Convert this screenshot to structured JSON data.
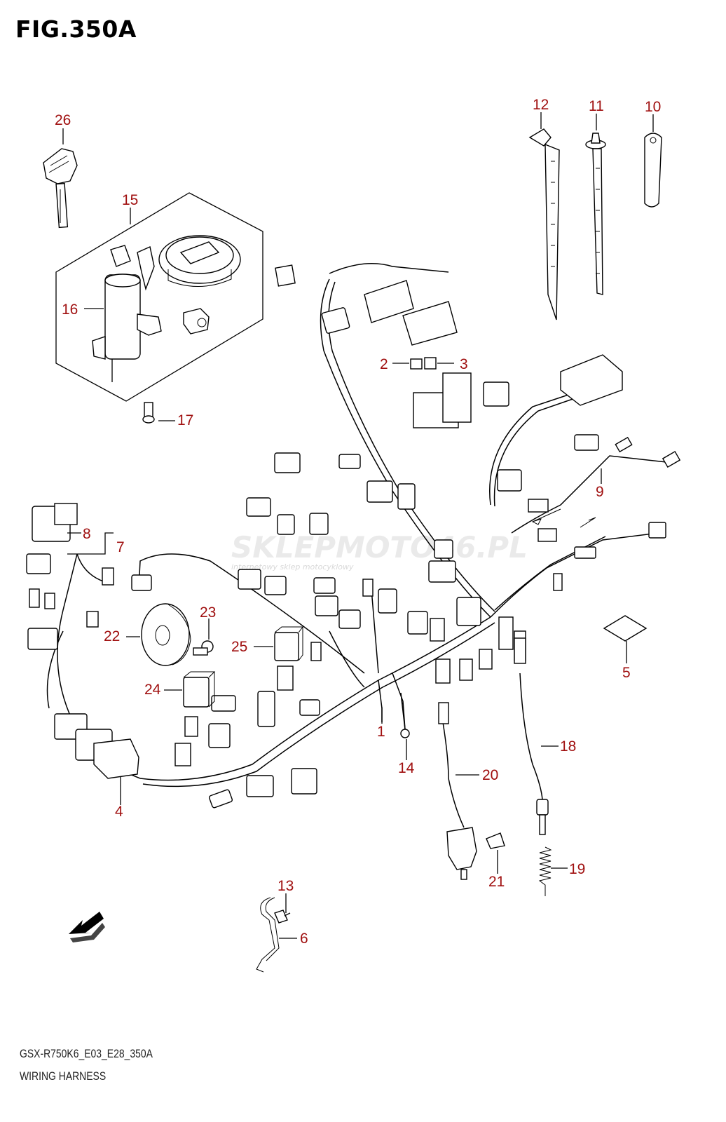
{
  "figure": {
    "title": "FIG.350A",
    "model_code": "GSX-R750K6_E03_E28_350A",
    "name": "WIRING HARNESS"
  },
  "watermark": {
    "main": "SKLEPMOTO46.PL",
    "sub": "internetowy sklep motocyklowy"
  },
  "callouts": [
    {
      "id": "c1",
      "label": "1"
    },
    {
      "id": "c2",
      "label": "2"
    },
    {
      "id": "c3",
      "label": "3"
    },
    {
      "id": "c4",
      "label": "4"
    },
    {
      "id": "c5",
      "label": "5"
    },
    {
      "id": "c6",
      "label": "6"
    },
    {
      "id": "c7",
      "label": "7"
    },
    {
      "id": "c8",
      "label": "8"
    },
    {
      "id": "c9",
      "label": "9"
    },
    {
      "id": "c10",
      "label": "10"
    },
    {
      "id": "c11",
      "label": "11"
    },
    {
      "id": "c12",
      "label": "12"
    },
    {
      "id": "c13",
      "label": "13"
    },
    {
      "id": "c14",
      "label": "14"
    },
    {
      "id": "c15",
      "label": "15"
    },
    {
      "id": "c16",
      "label": "16"
    },
    {
      "id": "c17",
      "label": "17"
    },
    {
      "id": "c18",
      "label": "18"
    },
    {
      "id": "c19",
      "label": "19"
    },
    {
      "id": "c20",
      "label": "20"
    },
    {
      "id": "c21",
      "label": "21"
    },
    {
      "id": "c22",
      "label": "22"
    },
    {
      "id": "c23",
      "label": "23"
    },
    {
      "id": "c24",
      "label": "24"
    },
    {
      "id": "c25",
      "label": "25"
    },
    {
      "id": "c26",
      "label": "26"
    }
  ],
  "colors": {
    "callout": "#a01010",
    "line": "#000000",
    "watermark": "#d8d8d8"
  }
}
